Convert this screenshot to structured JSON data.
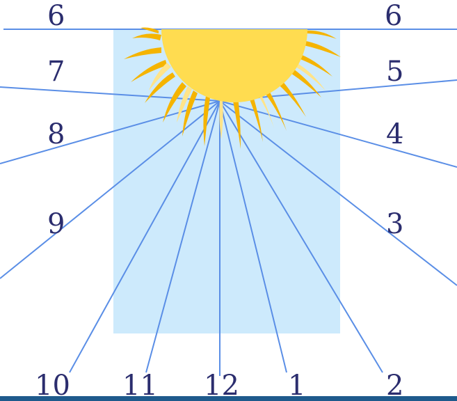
{
  "sundial": {
    "hour_labels": {
      "left_6": "6",
      "right_6": "6",
      "h7": "7",
      "h8": "8",
      "h9": "9",
      "h5": "5",
      "h4": "4",
      "h3": "3",
      "h10": "10",
      "h11": "11",
      "h12": "12",
      "h1": "1",
      "h2": "2"
    }
  },
  "colors": {
    "dial_plate": "#cdeafc",
    "hour_line": "#5a8ee6",
    "sun_body": "#ffdc50",
    "sun_rays": "#f5b400",
    "label_text": "#2b2d6e",
    "bottom_bar": "#1e5a8c"
  }
}
